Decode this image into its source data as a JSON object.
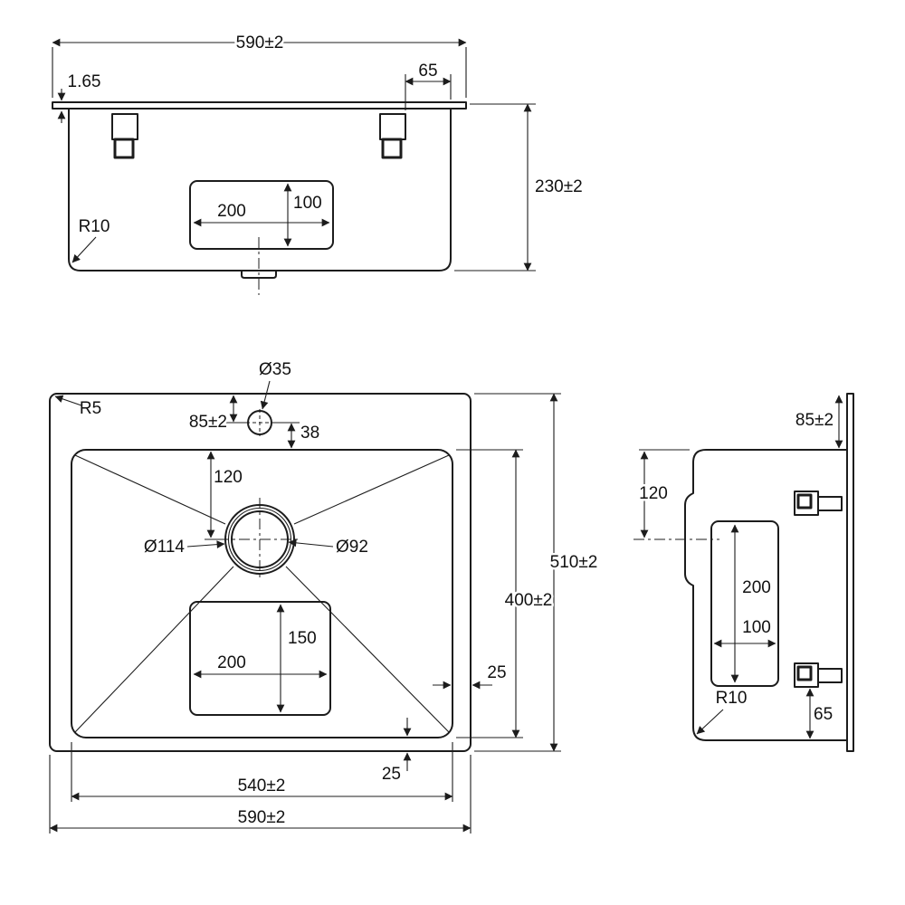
{
  "drawing_title": "sink-dimension-drawing",
  "line_color": "#1c1c1c",
  "front_view": {
    "dim_overall_width": "590±2",
    "dim_clip_to_edge": "65",
    "dim_rim_thickness": "1.65",
    "dim_box_width": "200",
    "dim_box_height": "100",
    "label_corner_radius": "R10",
    "dim_overall_height": "230±2"
  },
  "plan_view": {
    "label_corner_radius": "R5",
    "dim_faucet_hole": "Ø35",
    "dim_faucet_from_top": "85±2",
    "dim_faucet_to_bowl": "38",
    "dim_drain_from_bowl_top": "120",
    "dim_drain_outer": "Ø114",
    "dim_drain_inner": "Ø92",
    "dim_box_width": "200",
    "dim_box_height": "150",
    "dim_overall_depth": "510±2",
    "dim_bowl_depth": "400±2",
    "dim_edge_gap_right": "25",
    "dim_edge_gap_bottom": "25",
    "dim_bowl_width": "540±2",
    "dim_overall_width": "590±2"
  },
  "side_view": {
    "dim_rim_to_body": "85±2",
    "dim_drain_from_top": "120",
    "dim_box_height": "200",
    "dim_box_width": "100",
    "label_corner_radius": "R10",
    "dim_clip_to_bottom": "65"
  }
}
